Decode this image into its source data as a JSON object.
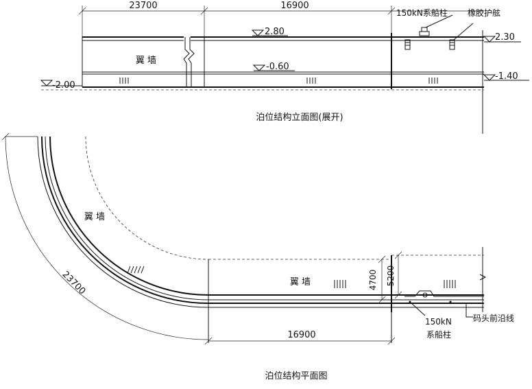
{
  "elevation": {
    "dims": {
      "left": "23700",
      "right": "16900"
    },
    "levels": {
      "top_main": "2.80",
      "top_right": "2.30",
      "mid": "-0.60",
      "left_low": "-2.00",
      "right_low": "-1.40"
    },
    "labels": {
      "wing_wall": "翼 墙",
      "bollard": "150kN系船柱",
      "fender": "橡胶护舷"
    },
    "title": "泊位结构立面图(展开)"
  },
  "plan": {
    "dims": {
      "radius": "23700",
      "bottom": "16900",
      "width_a": "4700",
      "width_b": "5200"
    },
    "labels": {
      "wing_wall_curve": "翼 墙",
      "wing_wall_straight": "翼 墙",
      "bollard_1": "150kN",
      "bollard_2": "系船柱",
      "frontline": "码头前沿线"
    },
    "title": "泊位结构平面图"
  }
}
